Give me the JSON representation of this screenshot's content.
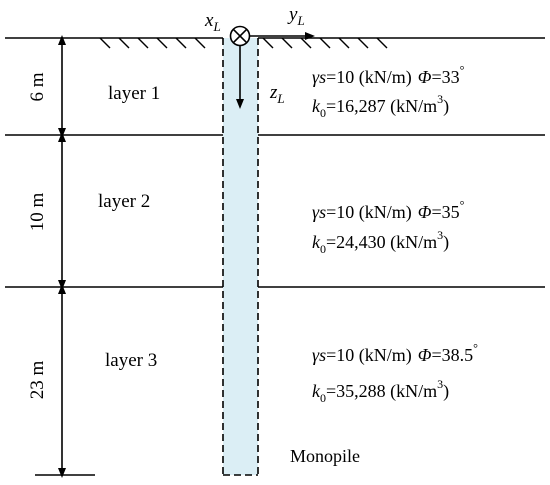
{
  "coordinate_axes": {
    "x": {
      "symbol": "x",
      "subscript": "L"
    },
    "y": {
      "symbol": "y",
      "subscript": "L"
    },
    "z": {
      "symbol": "z",
      "subscript": "L"
    }
  },
  "pile": {
    "label": "Monopile",
    "fill_color": "#dbeef5"
  },
  "layers": [
    {
      "name": "layer 1",
      "thickness": "6 m",
      "gamma_symbol": "γs",
      "gamma_value": "=10 (kN/m)",
      "phi_symbol": "Φ",
      "phi_value": "=33",
      "phi_unit": "°",
      "k_symbol": "k",
      "k_subscript": "0",
      "k_value": "=16,287 (kN/m",
      "k_exponent": "3",
      "k_close": ")"
    },
    {
      "name": "layer 2",
      "thickness": "10 m",
      "gamma_symbol": "γs",
      "gamma_value": "=10 (kN/m)",
      "phi_symbol": "Φ",
      "phi_value": "=35",
      "phi_unit": "°",
      "k_symbol": "k",
      "k_subscript": "0",
      "k_value": "=24,430 (kN/m",
      "k_exponent": "3",
      "k_close": ")"
    },
    {
      "name": "layer 3",
      "thickness": "23 m",
      "gamma_symbol": "γs",
      "gamma_value": "=10 (kN/m)",
      "phi_symbol": "Φ",
      "phi_value": "=38.5",
      "phi_unit": "°",
      "k_symbol": "k",
      "k_subscript": "0",
      "k_value": "=35,288 (kN/m",
      "k_exponent": "3",
      "k_close": ")"
    }
  ]
}
